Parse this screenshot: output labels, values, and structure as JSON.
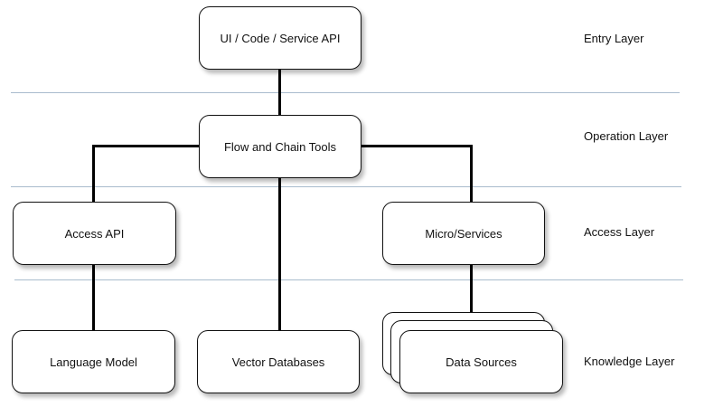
{
  "nodes": {
    "entry": "UI / Code / Service API",
    "flow": "Flow and Chain Tools",
    "access_api": "Access API",
    "micro_services": "Micro/Services",
    "language_model": "Language Model",
    "vector_db": "Vector Databases",
    "data_sources": "Data Sources"
  },
  "layers": {
    "entry": "Entry Layer",
    "operation": "Operation Layer",
    "access": "Access Layer",
    "knowledge": "Knowledge Layer"
  },
  "colors": {
    "divider": "#a9bccd",
    "connector": "#000000",
    "box_border": "#111111"
  }
}
